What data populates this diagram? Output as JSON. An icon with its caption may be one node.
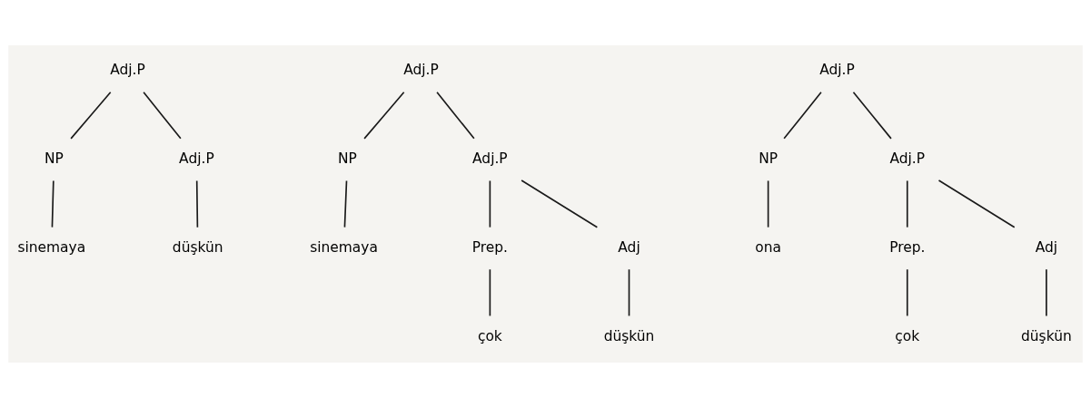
{
  "diagram": {
    "nodes": [
      {
        "text": [
          "Adj.P"
        ]
      },
      {
        "text": [
          "NP"
        ]
      },
      {
        "text": [
          "Adj.P"
        ]
      },
      {
        "text": [
          "sinemaya"
        ]
      },
      {
        "text": [
          "düşkün"
        ]
      },
      {
        "text": [
          "Adj.P"
        ]
      },
      {
        "text": [
          "NP"
        ]
      },
      {
        "text": [
          "Adj.P"
        ]
      },
      {
        "text": [
          "sinemaya"
        ]
      },
      {
        "text": [
          "Prep."
        ]
      },
      {
        "text": [
          "Adj"
        ]
      },
      {
        "text": [
          "çok"
        ]
      },
      {
        "text": [
          "düşkün"
        ]
      },
      {
        "text": [
          "Adj.P"
        ]
      },
      {
        "text": [
          "NP"
        ]
      },
      {
        "text": [
          "Adj.P"
        ]
      },
      {
        "text": [
          "ona"
        ]
      },
      {
        "text": [
          "Prep."
        ]
      },
      {
        "text": [
          "Adj"
        ]
      },
      {
        "text": [
          "çok"
        ]
      },
      {
        "text": [
          "düşkün"
        ]
      }
    ],
    "edges": [
      {
        "from": 0,
        "to": 1,
        "arrow": "none"
      },
      {
        "from": 0,
        "to": 2,
        "arrow": "none"
      },
      {
        "from": 1,
        "to": 3,
        "arrow": "none"
      },
      {
        "from": 2,
        "to": 4,
        "arrow": "none"
      },
      {
        "from": 5,
        "to": 6,
        "arrow": "none"
      },
      {
        "from": 5,
        "to": 7,
        "arrow": "none"
      },
      {
        "from": 6,
        "to": 8,
        "arrow": "none"
      },
      {
        "from": 7,
        "to": 9,
        "arrow": "none"
      },
      {
        "from": 7,
        "to": 10,
        "arrow": "none"
      },
      {
        "from": 9,
        "to": 11,
        "arrow": "none"
      },
      {
        "from": 10,
        "to": 12,
        "arrow": "none"
      },
      {
        "from": 13,
        "to": 14,
        "arrow": "none"
      },
      {
        "from": 13,
        "to": 15,
        "arrow": "none"
      },
      {
        "from": 14,
        "to": 16,
        "arrow": "none"
      },
      {
        "from": 15,
        "to": 17,
        "arrow": "none"
      },
      {
        "from": 15,
        "to": 18,
        "arrow": "none"
      },
      {
        "from": 17,
        "to": 19,
        "arrow": "none"
      },
      {
        "from": 18,
        "to": 20,
        "arrow": "none"
      }
    ]
  }
}
